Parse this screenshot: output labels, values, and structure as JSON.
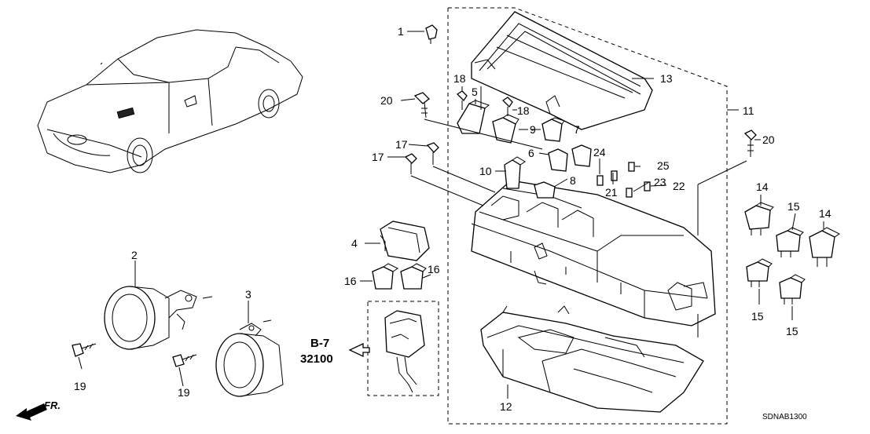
{
  "diagram": {
    "callouts": {
      "p1": "1",
      "p2": "2",
      "p3": "3",
      "p4": "4",
      "p5": "5",
      "p6": "6",
      "p7": "7",
      "p8": "8",
      "p9": "9",
      "p10": "10",
      "p11": "11",
      "p12": "12",
      "p13": "13",
      "p14a": "14",
      "p14b": "14",
      "p15a": "15",
      "p15b": "15",
      "p15c": "15",
      "p15d": "15",
      "p16a": "16",
      "p16b": "16",
      "p17a": "17",
      "p17b": "17",
      "p18a": "18",
      "p18b": "18",
      "p19a": "19",
      "p19b": "19",
      "p20a": "20",
      "p20b": "20",
      "p21": "21",
      "p22": "22",
      "p23": "23",
      "p24": "24",
      "p25": "25"
    },
    "reference": {
      "section": "B-7",
      "number": "32100"
    },
    "direction_label": "FR.",
    "diagram_code": "SDNAB1300"
  }
}
